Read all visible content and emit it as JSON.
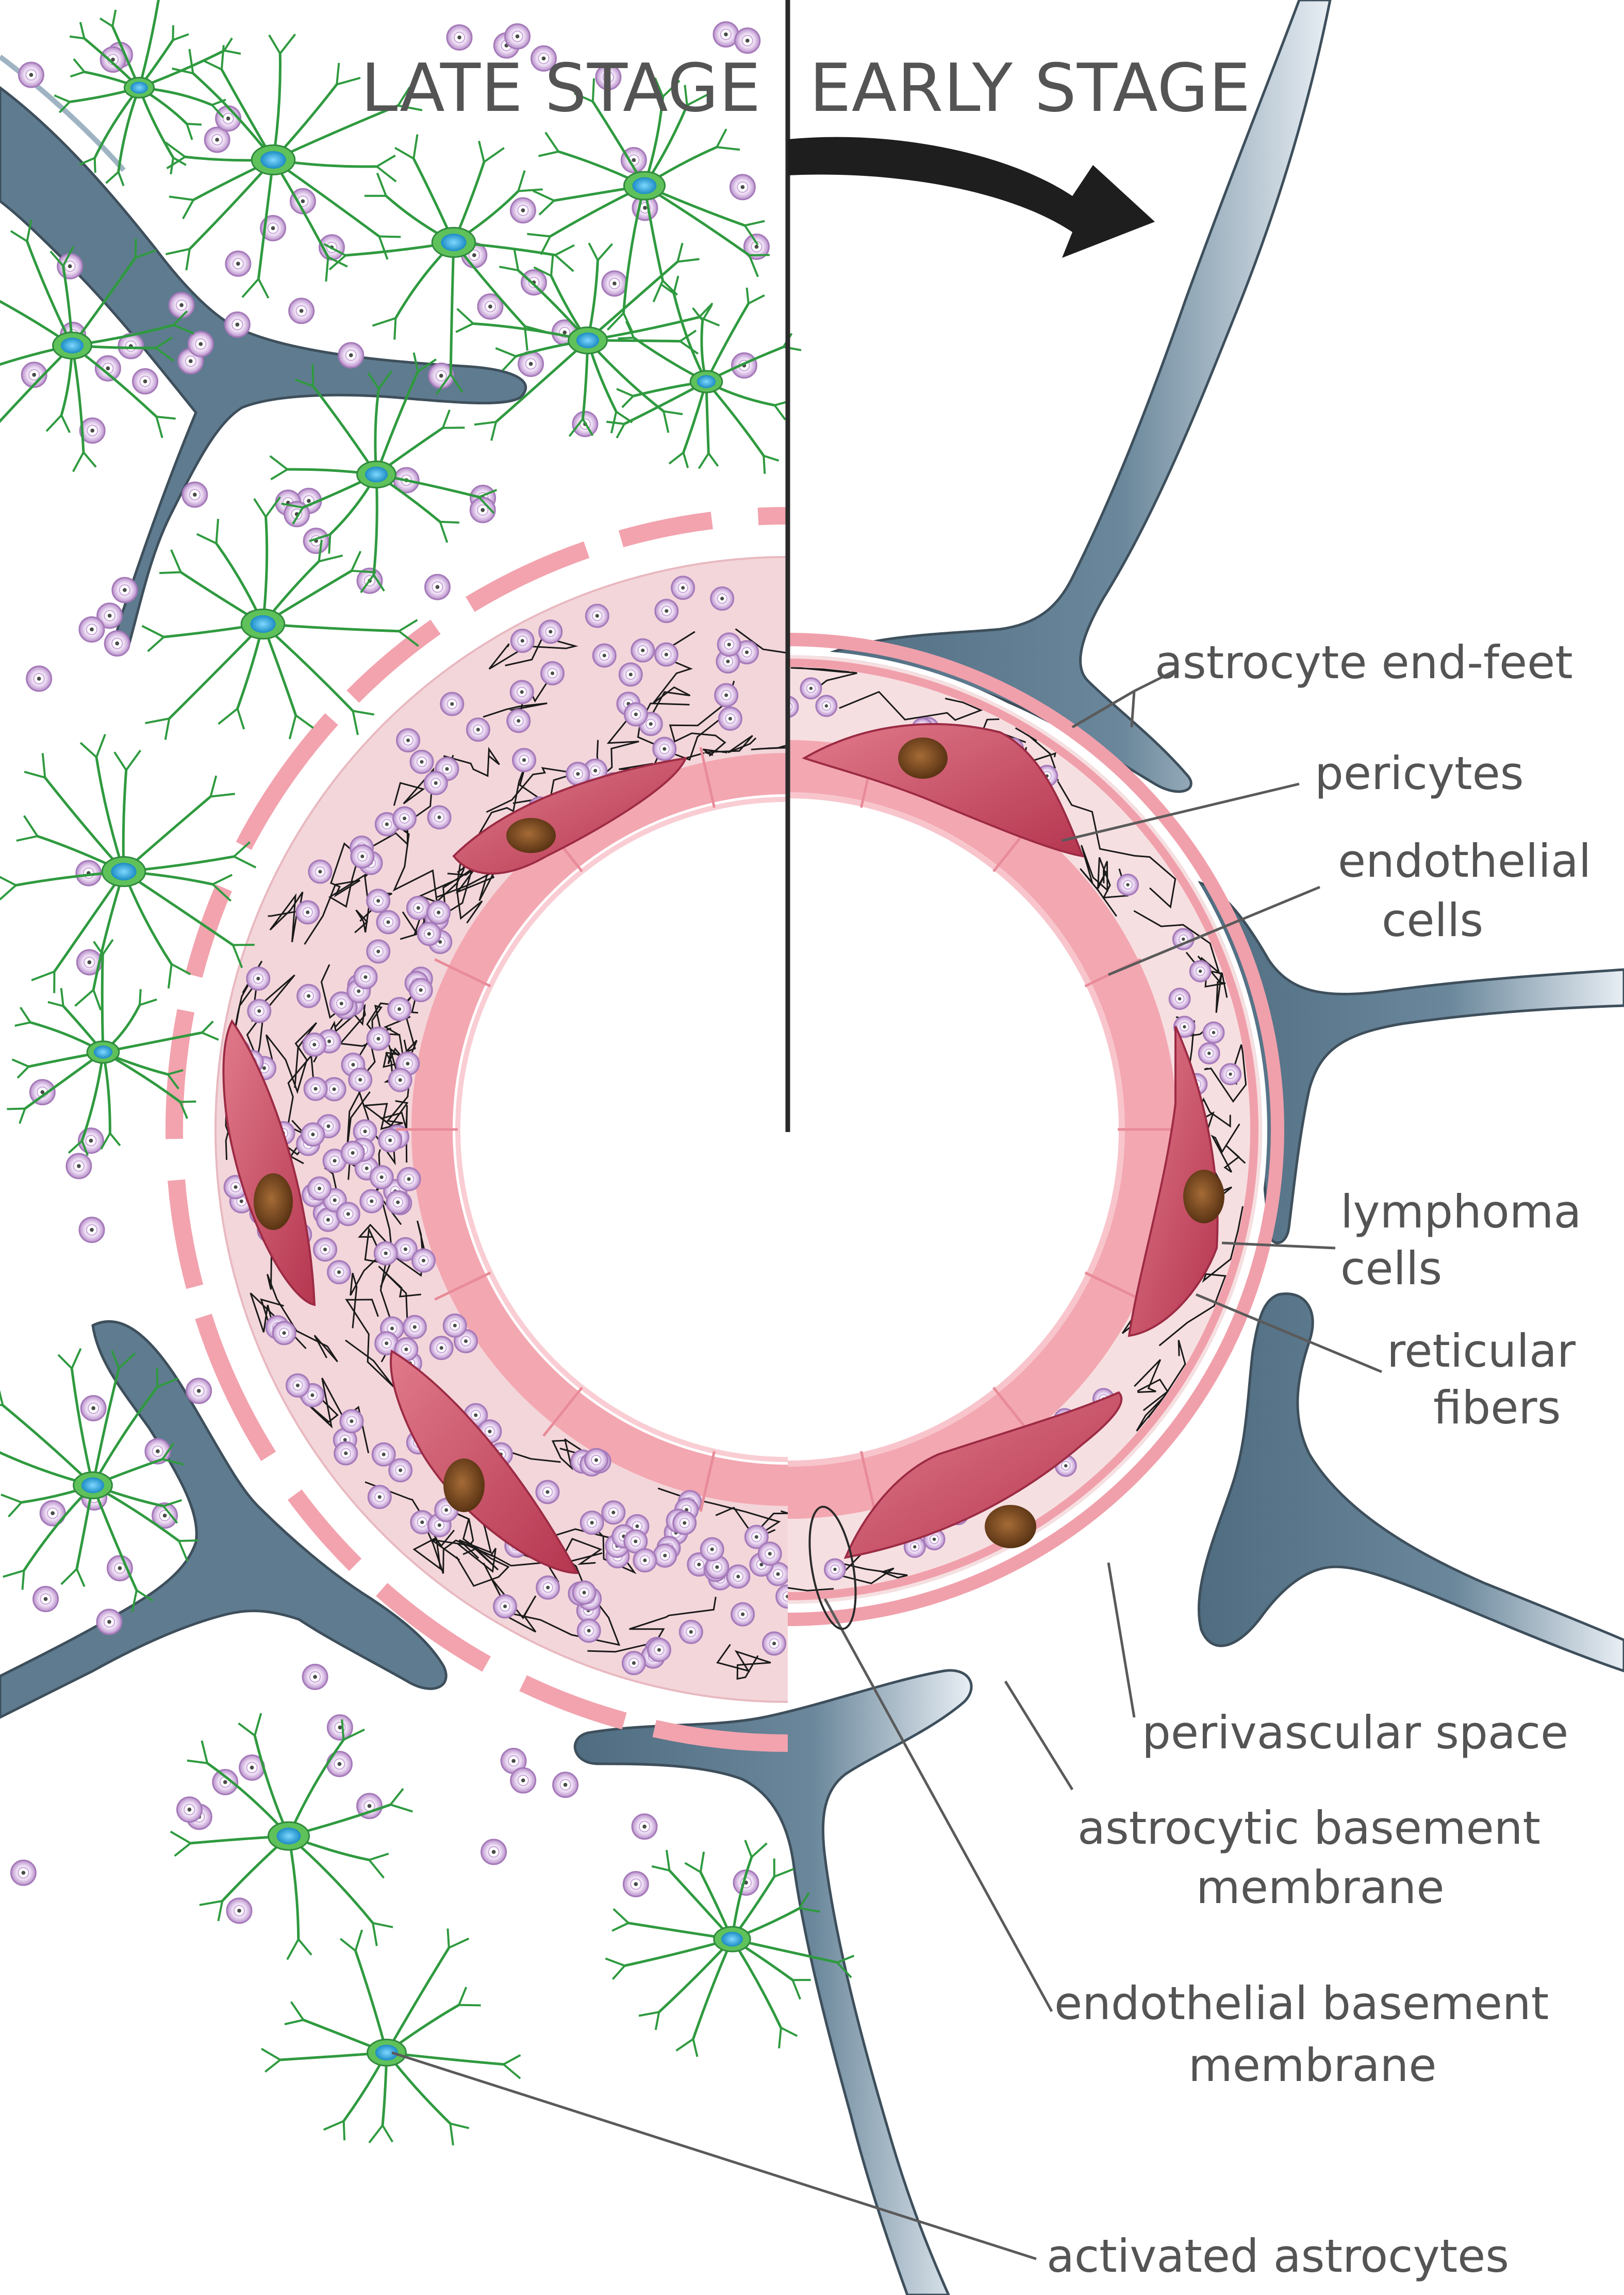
{
  "stages": {
    "late": "LATE STAGE",
    "early": "EARLY STAGE"
  },
  "labels": {
    "astrocyte_end_feet": "astrocyte end-feet",
    "pericytes": "pericytes",
    "endothelial_1": "endothelial",
    "endothelial_2": "cells",
    "lymphoma_1": "lymphoma",
    "lymphoma_2": "cells",
    "reticular_1": "reticular",
    "reticular_2": "fibers",
    "perivascular_space": "perivascular space",
    "astro_bm_1": "astrocytic basement",
    "astro_bm_2": "membrane",
    "endo_bm_1": "endothelial basement",
    "endo_bm_2": "membrane",
    "activated_astrocytes": "activated astrocytes"
  },
  "colors": {
    "astrocyte_process": "#5e7a8e",
    "astrocyte_body": "#3fa34a",
    "astrocyte_nucleus": "#2aa9e0",
    "lymphoma_cell": "#b58cc8",
    "pericyte": "#c8475f",
    "pericyte_nucleus": "#7a4a22",
    "endothelium": "#f3a7b1",
    "basement_membrane": "#f0a0ab",
    "perivascular_space": "#f6dfe1",
    "arrow": "#1e1e1e"
  }
}
